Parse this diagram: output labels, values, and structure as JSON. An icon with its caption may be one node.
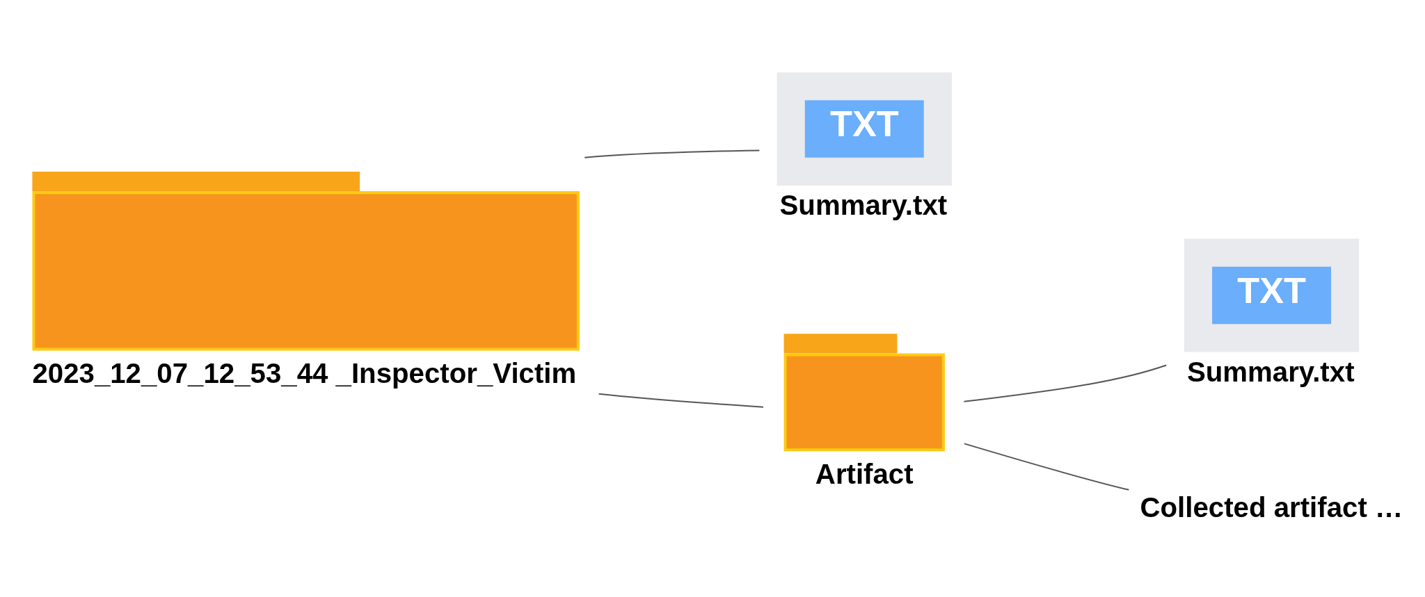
{
  "diagram": {
    "nodes": [
      {
        "text": [
          "2023_12_07_12_53_44 _Inspector_Victim"
        ]
      },
      {
        "text": [
          "TXT",
          "Summary.txt"
        ]
      },
      {
        "text": [
          "Artifact"
        ]
      },
      {
        "text": [
          "TXT",
          "Summary.txt"
        ]
      },
      {
        "text": [
          "Collected artifact …"
        ]
      }
    ],
    "edges": [
      {
        "from": 0,
        "to": 1,
        "arrow": "none"
      },
      {
        "from": 0,
        "to": 2,
        "arrow": "none"
      },
      {
        "from": 2,
        "to": 3,
        "arrow": "none"
      },
      {
        "from": 2,
        "to": 4,
        "arrow": "none"
      }
    ]
  }
}
